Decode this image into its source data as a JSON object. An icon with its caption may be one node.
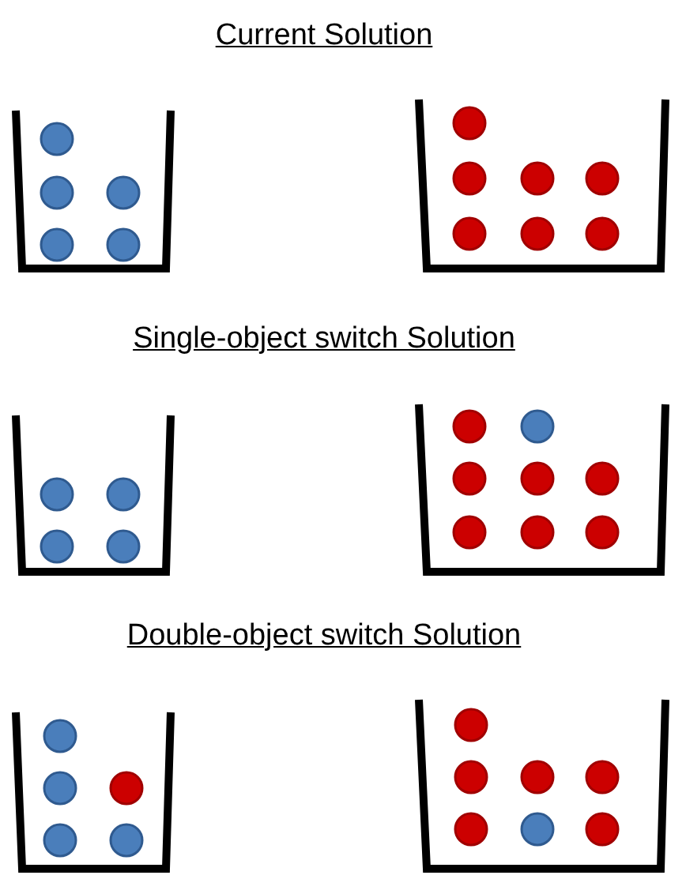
{
  "diagram": {
    "labels": [
      "Current Solution",
      "Single-object switch Solution",
      "Double-object switch Solution"
    ]
  }
}
